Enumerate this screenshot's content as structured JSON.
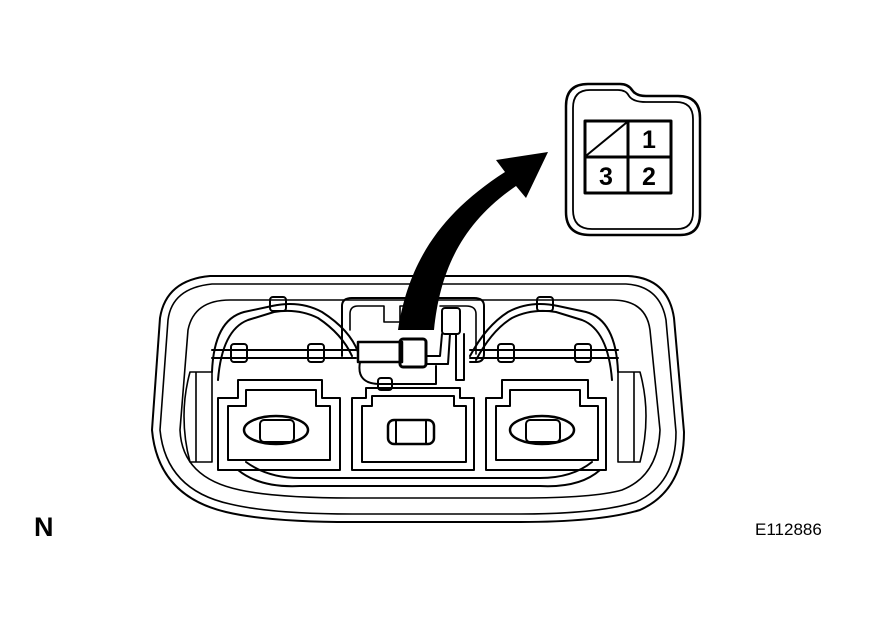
{
  "connector": {
    "pins": [
      "1",
      "2",
      "3"
    ]
  },
  "figure": {
    "corner_letter": "N",
    "code": "E112886"
  },
  "colors": {
    "line": "#000000",
    "background": "#ffffff"
  }
}
